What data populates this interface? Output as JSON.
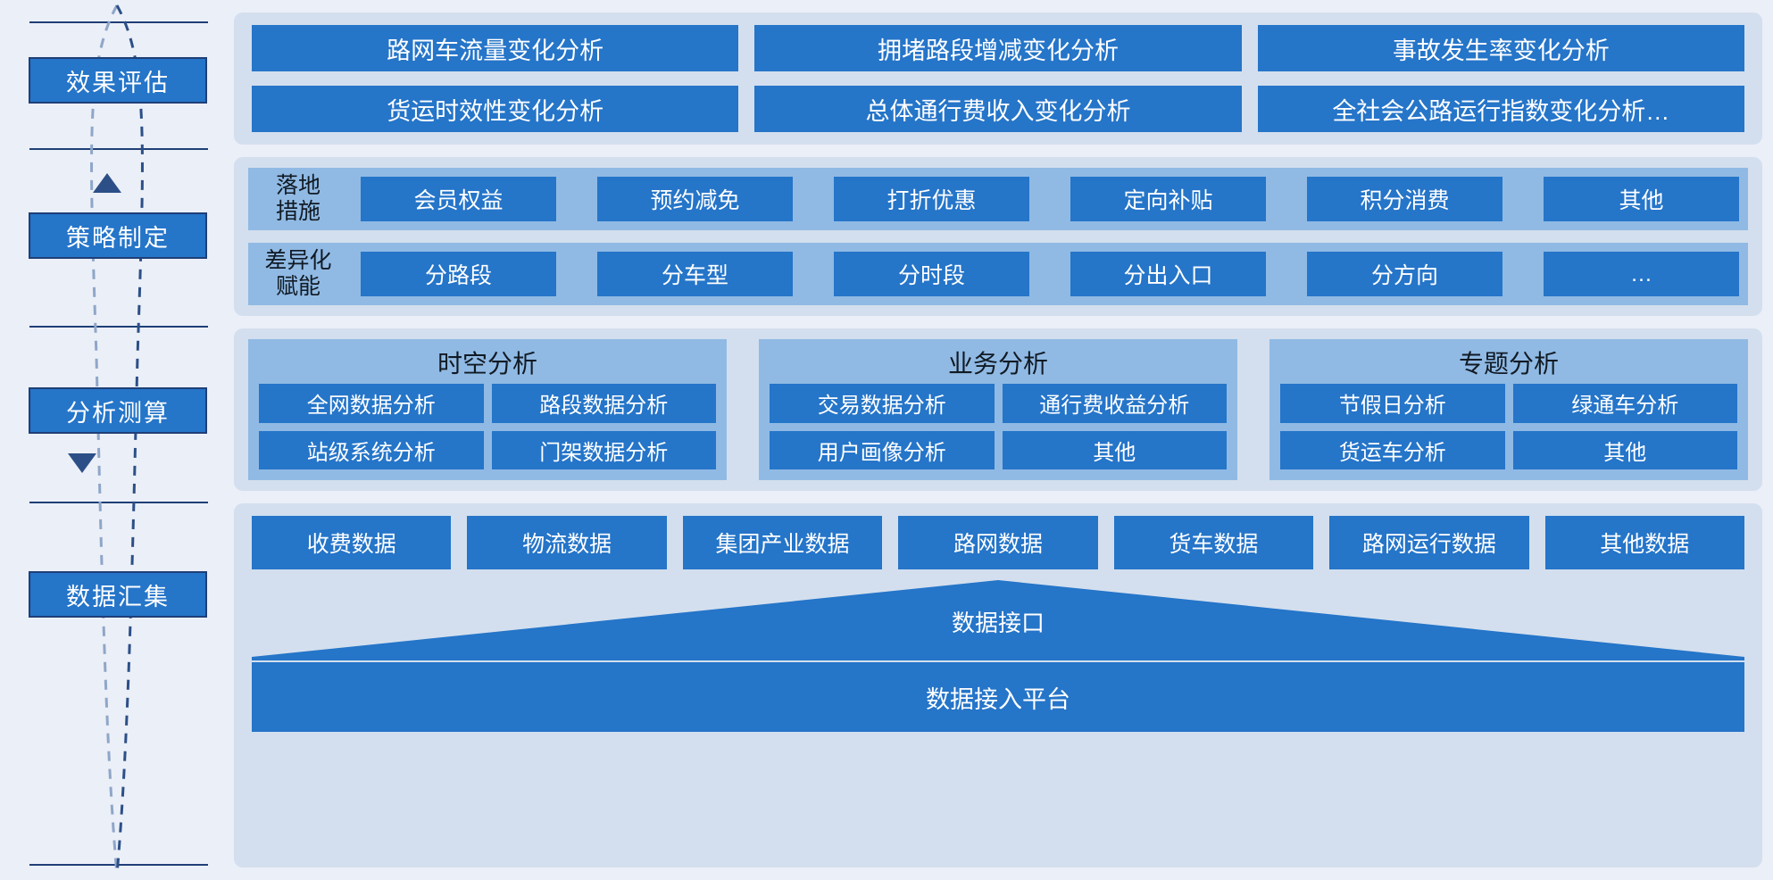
{
  "colors": {
    "page_background": "#ebeff7",
    "panel_background": "#d3dfee",
    "tile_blue": "#2575c9",
    "card_blue": "#90bae4",
    "navy": "#1f3f77",
    "arrow_navy": "#2c4f87"
  },
  "left_rail": {
    "stages": [
      {
        "label": "效果评估"
      },
      {
        "label": "策略制定"
      },
      {
        "label": "分析测算"
      },
      {
        "label": "数据汇集"
      }
    ],
    "arrows": [
      {
        "name": "arrow-up-strategy-to-effect",
        "direction": "up"
      },
      {
        "name": "arrow-down-analysis-to-data",
        "direction": "down"
      }
    ]
  },
  "effect_evaluation": {
    "items": [
      "路网车流量变化分析",
      "拥堵路段增减变化分析",
      "事故发生率变化分析",
      "货运时效性变化分析",
      "总体通行费收入变化分析",
      "全社会公路运行指数变化分析…"
    ]
  },
  "strategy": {
    "rows": [
      {
        "label": "落地\n措施",
        "items": [
          "会员权益",
          "预约减免",
          "打折优惠",
          "定向补贴",
          "积分消费",
          "其他"
        ]
      },
      {
        "label": "差异化\n赋能",
        "items": [
          "分路段",
          "分车型",
          "分时段",
          "分出入口",
          "分方向",
          "…"
        ]
      }
    ]
  },
  "analysis": {
    "cards": [
      {
        "title": "时空分析",
        "items": [
          "全网数据分析",
          "路段数据分析",
          "站级系统分析",
          "门架数据分析"
        ]
      },
      {
        "title": "业务分析",
        "items": [
          "交易数据分析",
          "通行费收益分析",
          "用户画像分析",
          "其他"
        ]
      },
      {
        "title": "专题分析",
        "items": [
          "节假日分析",
          "绿通车分析",
          "货运车分析",
          "其他"
        ]
      }
    ]
  },
  "data_aggregation": {
    "sources": [
      "收费数据",
      "物流数据",
      "集团产业数据",
      "路网数据",
      "货车数据",
      "路网运行数据",
      "其他数据"
    ],
    "interface_label": "数据接口",
    "platform_label": "数据接入平台"
  }
}
